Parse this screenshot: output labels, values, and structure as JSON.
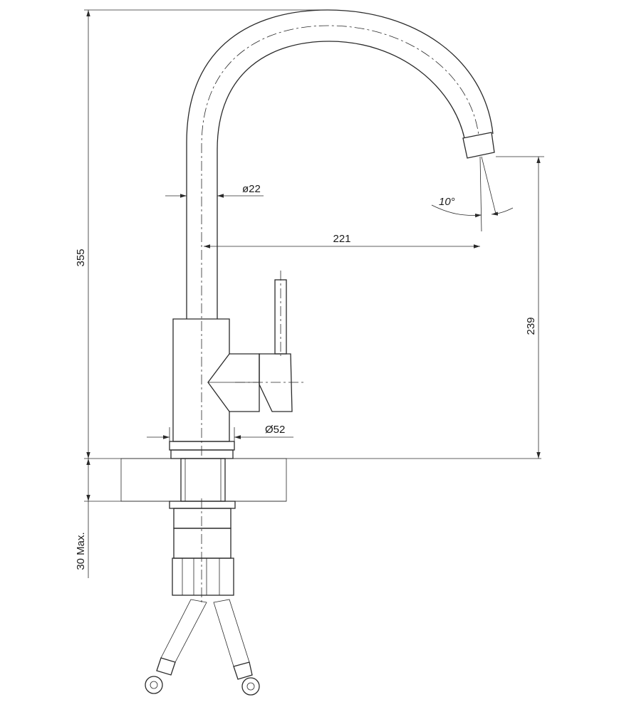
{
  "dimensions": {
    "total_height": "355",
    "pipe_diameter": "ø22",
    "spout_reach": "221",
    "spout_angle": "10°",
    "spout_clearance": "239",
    "base_diameter": "Ø52",
    "max_counter_thickness": "30 Max."
  }
}
